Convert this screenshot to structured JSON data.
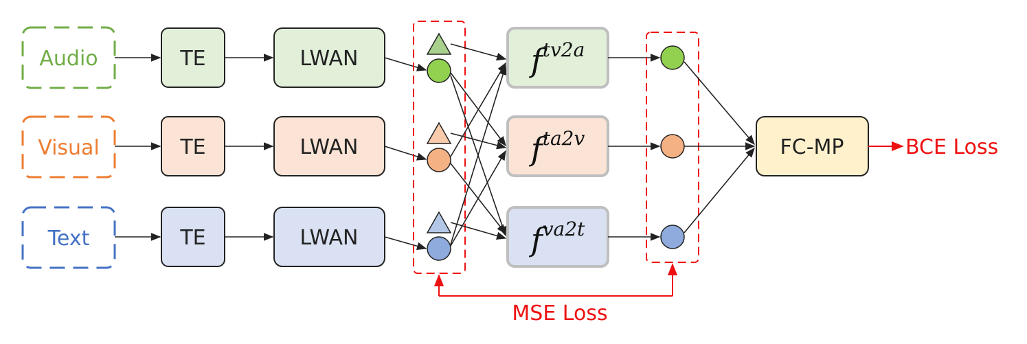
{
  "colors": {
    "audio": "#70ad47",
    "visual": "#ed7d31",
    "text": "#4472c4",
    "loss": "#ee1111",
    "fc_fill": "#fef1cc"
  },
  "modalities": [
    {
      "label": "Audio"
    },
    {
      "label": "Visual"
    },
    {
      "label": "Text"
    }
  ],
  "te_label": "TE",
  "lwan_label": "LWAN",
  "translators": [
    {
      "base": "f",
      "sup": "tv2a"
    },
    {
      "base": "f",
      "sup": "ta2v"
    },
    {
      "base": "f",
      "sup": "va2t"
    }
  ],
  "fc_label": "FC-MP",
  "bce_label": "BCE Loss",
  "mse_label": "MSE Loss"
}
